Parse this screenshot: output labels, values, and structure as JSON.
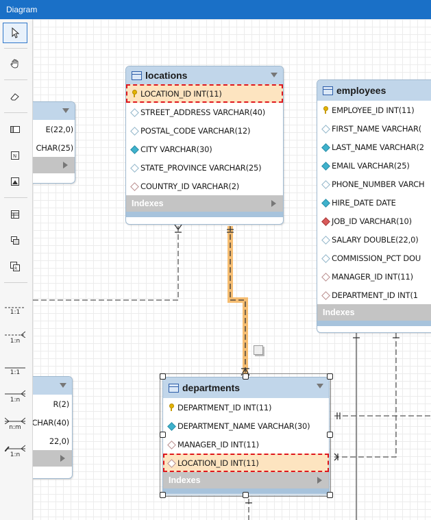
{
  "window": {
    "title": "Diagram"
  },
  "toolbar": {
    "tools": [
      {
        "name": "pointer-tool",
        "icon": "cursor-arrow-icon"
      },
      {
        "name": "hand-tool",
        "icon": "hand-icon"
      },
      {
        "name": "eraser-tool",
        "icon": "eraser-icon"
      },
      {
        "name": "layer-tool",
        "icon": "layer-icon"
      },
      {
        "name": "note-tool",
        "icon": "note-icon"
      },
      {
        "name": "image-tool",
        "icon": "image-icon"
      },
      {
        "name": "table-tool",
        "icon": "table-icon"
      },
      {
        "name": "view-tool",
        "icon": "view-icon"
      },
      {
        "name": "routine-group-tool",
        "icon": "routine-group-icon"
      }
    ],
    "relationships": [
      {
        "name": "rel-1-1-nonidentifying",
        "label": "1:1"
      },
      {
        "name": "rel-1-n-nonidentifying",
        "label": "1:n"
      },
      {
        "name": "rel-1-1-identifying",
        "label": "1:1"
      },
      {
        "name": "rel-1-n-identifying",
        "label": "1:n"
      },
      {
        "name": "rel-n-m-identifying",
        "label": "n:m"
      },
      {
        "name": "rel-1-n-existing-columns",
        "label": "1:n"
      }
    ]
  },
  "tables": {
    "locations": {
      "name": "locations",
      "columns": [
        {
          "text": "LOCATION_ID INT(11)",
          "icon": "key"
        },
        {
          "text": "STREET_ADDRESS VARCHAR(40)",
          "icon": "dia"
        },
        {
          "text": "POSTAL_CODE VARCHAR(12)",
          "icon": "dia"
        },
        {
          "text": "CITY VARCHAR(30)",
          "icon": "diaf"
        },
        {
          "text": "STATE_PROVINCE VARCHAR(25)",
          "icon": "dia"
        },
        {
          "text": "COUNTRY_ID VARCHAR(2)",
          "icon": "diar"
        }
      ],
      "footer": "Indexes"
    },
    "employees": {
      "name": "employees",
      "columns": [
        {
          "text": "EMPLOYEE_ID INT(11)",
          "icon": "key"
        },
        {
          "text": "FIRST_NAME VARCHAR(",
          "icon": "dia"
        },
        {
          "text": "LAST_NAME VARCHAR(2",
          "icon": "diaf"
        },
        {
          "text": "EMAIL VARCHAR(25)",
          "icon": "diaf"
        },
        {
          "text": "PHONE_NUMBER VARCH",
          "icon": "dia"
        },
        {
          "text": "HIRE_DATE DATE",
          "icon": "diaf"
        },
        {
          "text": "JOB_ID VARCHAR(10)",
          "icon": "diarf"
        },
        {
          "text": "SALARY DOUBLE(22,0)",
          "icon": "dia"
        },
        {
          "text": "COMMISSION_PCT DOU",
          "icon": "dia"
        },
        {
          "text": "MANAGER_ID INT(11)",
          "icon": "diar"
        },
        {
          "text": "DEPARTMENT_ID INT(1",
          "icon": "diar"
        }
      ],
      "footer": "Indexes"
    },
    "departments": {
      "name": "departments",
      "columns": [
        {
          "text": "DEPARTMENT_ID INT(11)",
          "icon": "key"
        },
        {
          "text": "DEPARTMENT_NAME VARCHAR(30)",
          "icon": "diaf"
        },
        {
          "text": "MANAGER_ID INT(11)",
          "icon": "diar"
        },
        {
          "text": "LOCATION_ID INT(11)",
          "icon": "diar"
        }
      ],
      "footer": "Indexes"
    },
    "left_top": {
      "columns": [
        {
          "text": "E(22,0)"
        },
        {
          "text": "CHAR(25)"
        }
      ]
    },
    "left_bottom": {
      "columns": [
        {
          "text": "R(2)"
        },
        {
          "text": "CHAR(40)"
        },
        {
          "text": "22,0)"
        }
      ]
    }
  }
}
